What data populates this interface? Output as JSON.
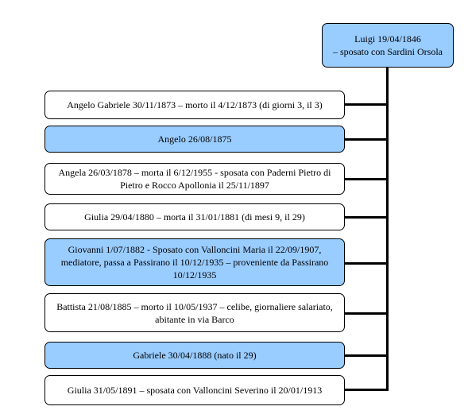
{
  "root": {
    "label": "Luigi 19/04/1846\n– sposato con Sardini Orsola"
  },
  "children": [
    {
      "label": "Angelo Gabriele 30/11/1873 – morto il 4/12/1873 (di giorni 3, il 3)"
    },
    {
      "label": "Angelo 26/08/1875"
    },
    {
      "label": "Angela 26/03/1878 – morta il 6/12/1955 - sposata con Paderni Pietro di Pietro e Rocco Apollonia il 25/11/1897"
    },
    {
      "label": "Giulia 29/04/1880 – morta il 31/01/1881 (di mesi 9, il 29)"
    },
    {
      "label": "Giovanni 1/07/1882 - Sposato con Valloncini Maria il 22/09/1907, mediatore,  passa a Passirano il 10/12/1935 – proveniente da Passirano 10/12/1935"
    },
    {
      "label": "Battista 21/08/1885 – morto il 10/05/1937 – celibe, giornaliere salariato, abitante in via Barco"
    },
    {
      "label": "Gabriele 30/04/1888 (nato il 29)"
    },
    {
      "label": "Giulia 31/05/1891 – sposata con Valloncini Severino il 20/01/1913"
    }
  ]
}
